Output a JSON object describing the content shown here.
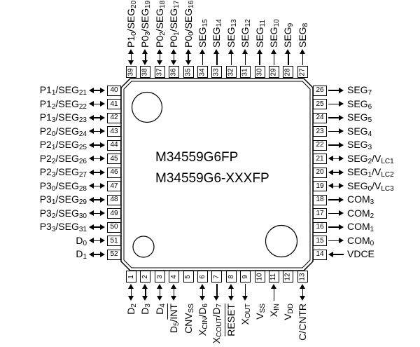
{
  "chip": {
    "line1": "M34559G6FP",
    "line2": "M34559G6-XXXFP"
  },
  "colors": {
    "line": "#000000",
    "background": "#ffffff"
  },
  "pins": {
    "top": [
      {
        "num": "39",
        "label": "P1_0_/SEG_20_",
        "dir": "both"
      },
      {
        "num": "38",
        "label": "P0_3_/SEG_19_",
        "dir": "both"
      },
      {
        "num": "37",
        "label": "P0_2_/SEG_18_",
        "dir": "both"
      },
      {
        "num": "36",
        "label": "P0_1_/SEG_17_",
        "dir": "both"
      },
      {
        "num": "35",
        "label": "P0_0_/SEG_16_",
        "dir": "both"
      },
      {
        "num": "34",
        "label": "SEG_15_",
        "dir": "out"
      },
      {
        "num": "33",
        "label": "SEG_14_",
        "dir": "out"
      },
      {
        "num": "32",
        "label": "SEG_13_",
        "dir": "out"
      },
      {
        "num": "31",
        "label": "SEG_12_",
        "dir": "out"
      },
      {
        "num": "30",
        "label": "SEG_11_",
        "dir": "out"
      },
      {
        "num": "29",
        "label": "SEG_10_",
        "dir": "out"
      },
      {
        "num": "28",
        "label": "SEG_9_",
        "dir": "out"
      },
      {
        "num": "27",
        "label": "SEG_8_",
        "dir": "out"
      }
    ],
    "left": [
      {
        "num": "40",
        "label": "P1_1_/SEG_21_",
        "dir": "both"
      },
      {
        "num": "41",
        "label": "P1_2_/SEG_22_",
        "dir": "both"
      },
      {
        "num": "42",
        "label": "P1_3_/SEG_23_",
        "dir": "both"
      },
      {
        "num": "43",
        "label": "P2_0_/SEG_24_",
        "dir": "both"
      },
      {
        "num": "44",
        "label": "P2_1_/SEG_25_",
        "dir": "both"
      },
      {
        "num": "45",
        "label": "P2_2_/SEG_26_",
        "dir": "both"
      },
      {
        "num": "46",
        "label": "P2_3_/SEG_27_",
        "dir": "both"
      },
      {
        "num": "47",
        "label": "P3_0_/SEG_28_",
        "dir": "both"
      },
      {
        "num": "48",
        "label": "P3_1_/SEG_29_",
        "dir": "both"
      },
      {
        "num": "49",
        "label": "P3_2_/SEG_30_",
        "dir": "both"
      },
      {
        "num": "50",
        "label": "P3_3_/SEG_31_",
        "dir": "both"
      },
      {
        "num": "51",
        "label": "D_0_",
        "dir": "both"
      },
      {
        "num": "52",
        "label": "D_1_",
        "dir": "both"
      }
    ],
    "right": [
      {
        "num": "26",
        "label": "SEG_7_",
        "dir": "out"
      },
      {
        "num": "25",
        "label": "SEG_6_",
        "dir": "out"
      },
      {
        "num": "24",
        "label": "SEG_5_",
        "dir": "out"
      },
      {
        "num": "23",
        "label": "SEG_4_",
        "dir": "out"
      },
      {
        "num": "22",
        "label": "SEG_3_",
        "dir": "out"
      },
      {
        "num": "21",
        "label": "SEG_2_/V_LC1_",
        "dir": "both"
      },
      {
        "num": "20",
        "label": "SEG_1_/V_LC2_",
        "dir": "both"
      },
      {
        "num": "19",
        "label": "SEG_0_/V_LC3_",
        "dir": "both"
      },
      {
        "num": "18",
        "label": "COM_3_",
        "dir": "out"
      },
      {
        "num": "17",
        "label": "COM_2_",
        "dir": "out"
      },
      {
        "num": "16",
        "label": "COM_1_",
        "dir": "out"
      },
      {
        "num": "15",
        "label": "COM_0_",
        "dir": "out"
      },
      {
        "num": "14",
        "label": "VDCE",
        "dir": "in"
      }
    ],
    "bottom": [
      {
        "num": "1",
        "label": "D_2_",
        "dir": "both"
      },
      {
        "num": "2",
        "label": "D_3_",
        "dir": "both"
      },
      {
        "num": "3",
        "label": "D_4_",
        "dir": "both"
      },
      {
        "num": "4",
        "label": "D_5_/^INT^",
        "dir": "both"
      },
      {
        "num": "5",
        "label": "CNV_SS_",
        "dir": "none"
      },
      {
        "num": "6",
        "label": "X_CIN_/D_6_",
        "dir": "both"
      },
      {
        "num": "7",
        "label": "X_COUT_/D_7_",
        "dir": "out"
      },
      {
        "num": "8",
        "label": "^RESET^",
        "dir": "both"
      },
      {
        "num": "9",
        "label": "X_OUT_",
        "dir": "out"
      },
      {
        "num": "10",
        "label": "V_SS_",
        "dir": "none"
      },
      {
        "num": "11",
        "label": "X_IN_",
        "dir": "in"
      },
      {
        "num": "12",
        "label": "V_DD_",
        "dir": "none"
      },
      {
        "num": "13",
        "label": "C/CNTR",
        "dir": "both"
      }
    ]
  }
}
